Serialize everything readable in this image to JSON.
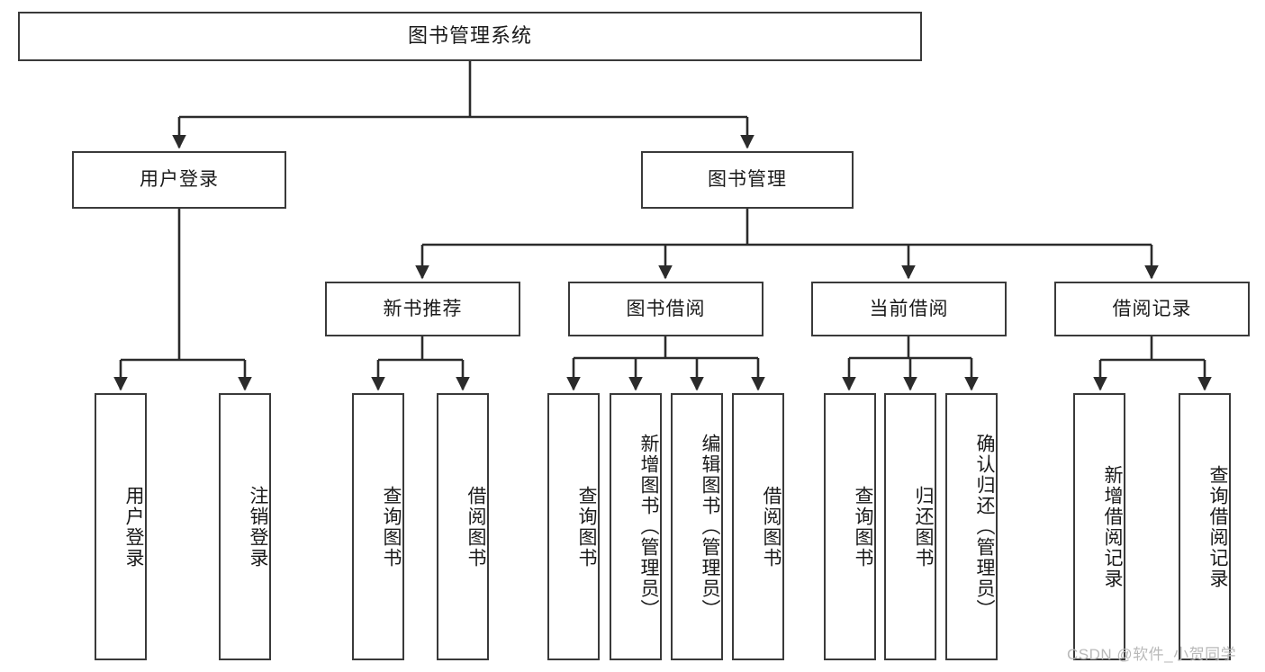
{
  "diagram": {
    "type": "tree-hierarchy",
    "title": "图书管理系统",
    "watermark": "CSDN @软件_小贺同学",
    "colors": {
      "border": "#3a3a3a",
      "background": "#ffffff",
      "text": "#1a1a1a",
      "connector": "#2b2b2b",
      "watermark": "#b9b9b9"
    },
    "nodes": {
      "root": {
        "label": "图书管理系统",
        "level": 1
      },
      "user_login": {
        "label": "用户登录",
        "level": 2
      },
      "book_manage": {
        "label": "图书管理",
        "level": 2
      },
      "new_book_rec": {
        "label": "新书推荐",
        "level": 3
      },
      "book_borrow": {
        "label": "图书借阅",
        "level": 3
      },
      "current_borrow": {
        "label": "当前借阅",
        "level": 3
      },
      "borrow_record": {
        "label": "借阅记录",
        "level": 3
      },
      "leaf_user_login": {
        "label": "用户登录",
        "level": 4
      },
      "leaf_logout": {
        "label": "注销登录",
        "level": 4
      },
      "leaf_query_book_1": {
        "label": "查询图书",
        "level": 4
      },
      "leaf_borrow_book_1": {
        "label": "借阅图书",
        "level": 4
      },
      "leaf_query_book_2": {
        "label": "查询图书",
        "level": 4
      },
      "leaf_add_book": {
        "label": "新增图书（管理员）",
        "level": 4
      },
      "leaf_edit_book": {
        "label": "编辑图书（管理员）",
        "level": 4
      },
      "leaf_borrow_book_2": {
        "label": "借阅图书",
        "level": 4
      },
      "leaf_query_book_3": {
        "label": "查询图书",
        "level": 4
      },
      "leaf_return_book": {
        "label": "归还图书",
        "level": 4
      },
      "leaf_confirm_return": {
        "label": "确认归还（管理员）",
        "level": 4
      },
      "leaf_add_record": {
        "label": "新增借阅记录",
        "level": 4
      },
      "leaf_query_record": {
        "label": "查询借阅记录",
        "level": 4
      }
    },
    "edges": [
      {
        "from": "root",
        "to": "user_login"
      },
      {
        "from": "root",
        "to": "book_manage"
      },
      {
        "from": "user_login",
        "to": "leaf_user_login"
      },
      {
        "from": "user_login",
        "to": "leaf_logout"
      },
      {
        "from": "book_manage",
        "to": "new_book_rec"
      },
      {
        "from": "book_manage",
        "to": "book_borrow"
      },
      {
        "from": "book_manage",
        "to": "current_borrow"
      },
      {
        "from": "book_manage",
        "to": "borrow_record"
      },
      {
        "from": "new_book_rec",
        "to": "leaf_query_book_1"
      },
      {
        "from": "new_book_rec",
        "to": "leaf_borrow_book_1"
      },
      {
        "from": "book_borrow",
        "to": "leaf_query_book_2"
      },
      {
        "from": "book_borrow",
        "to": "leaf_add_book"
      },
      {
        "from": "book_borrow",
        "to": "leaf_edit_book"
      },
      {
        "from": "book_borrow",
        "to": "leaf_borrow_book_2"
      },
      {
        "from": "current_borrow",
        "to": "leaf_query_book_3"
      },
      {
        "from": "current_borrow",
        "to": "leaf_return_book"
      },
      {
        "from": "current_borrow",
        "to": "leaf_confirm_return"
      },
      {
        "from": "borrow_record",
        "to": "leaf_add_record"
      },
      {
        "from": "borrow_record",
        "to": "leaf_query_record"
      }
    ]
  }
}
